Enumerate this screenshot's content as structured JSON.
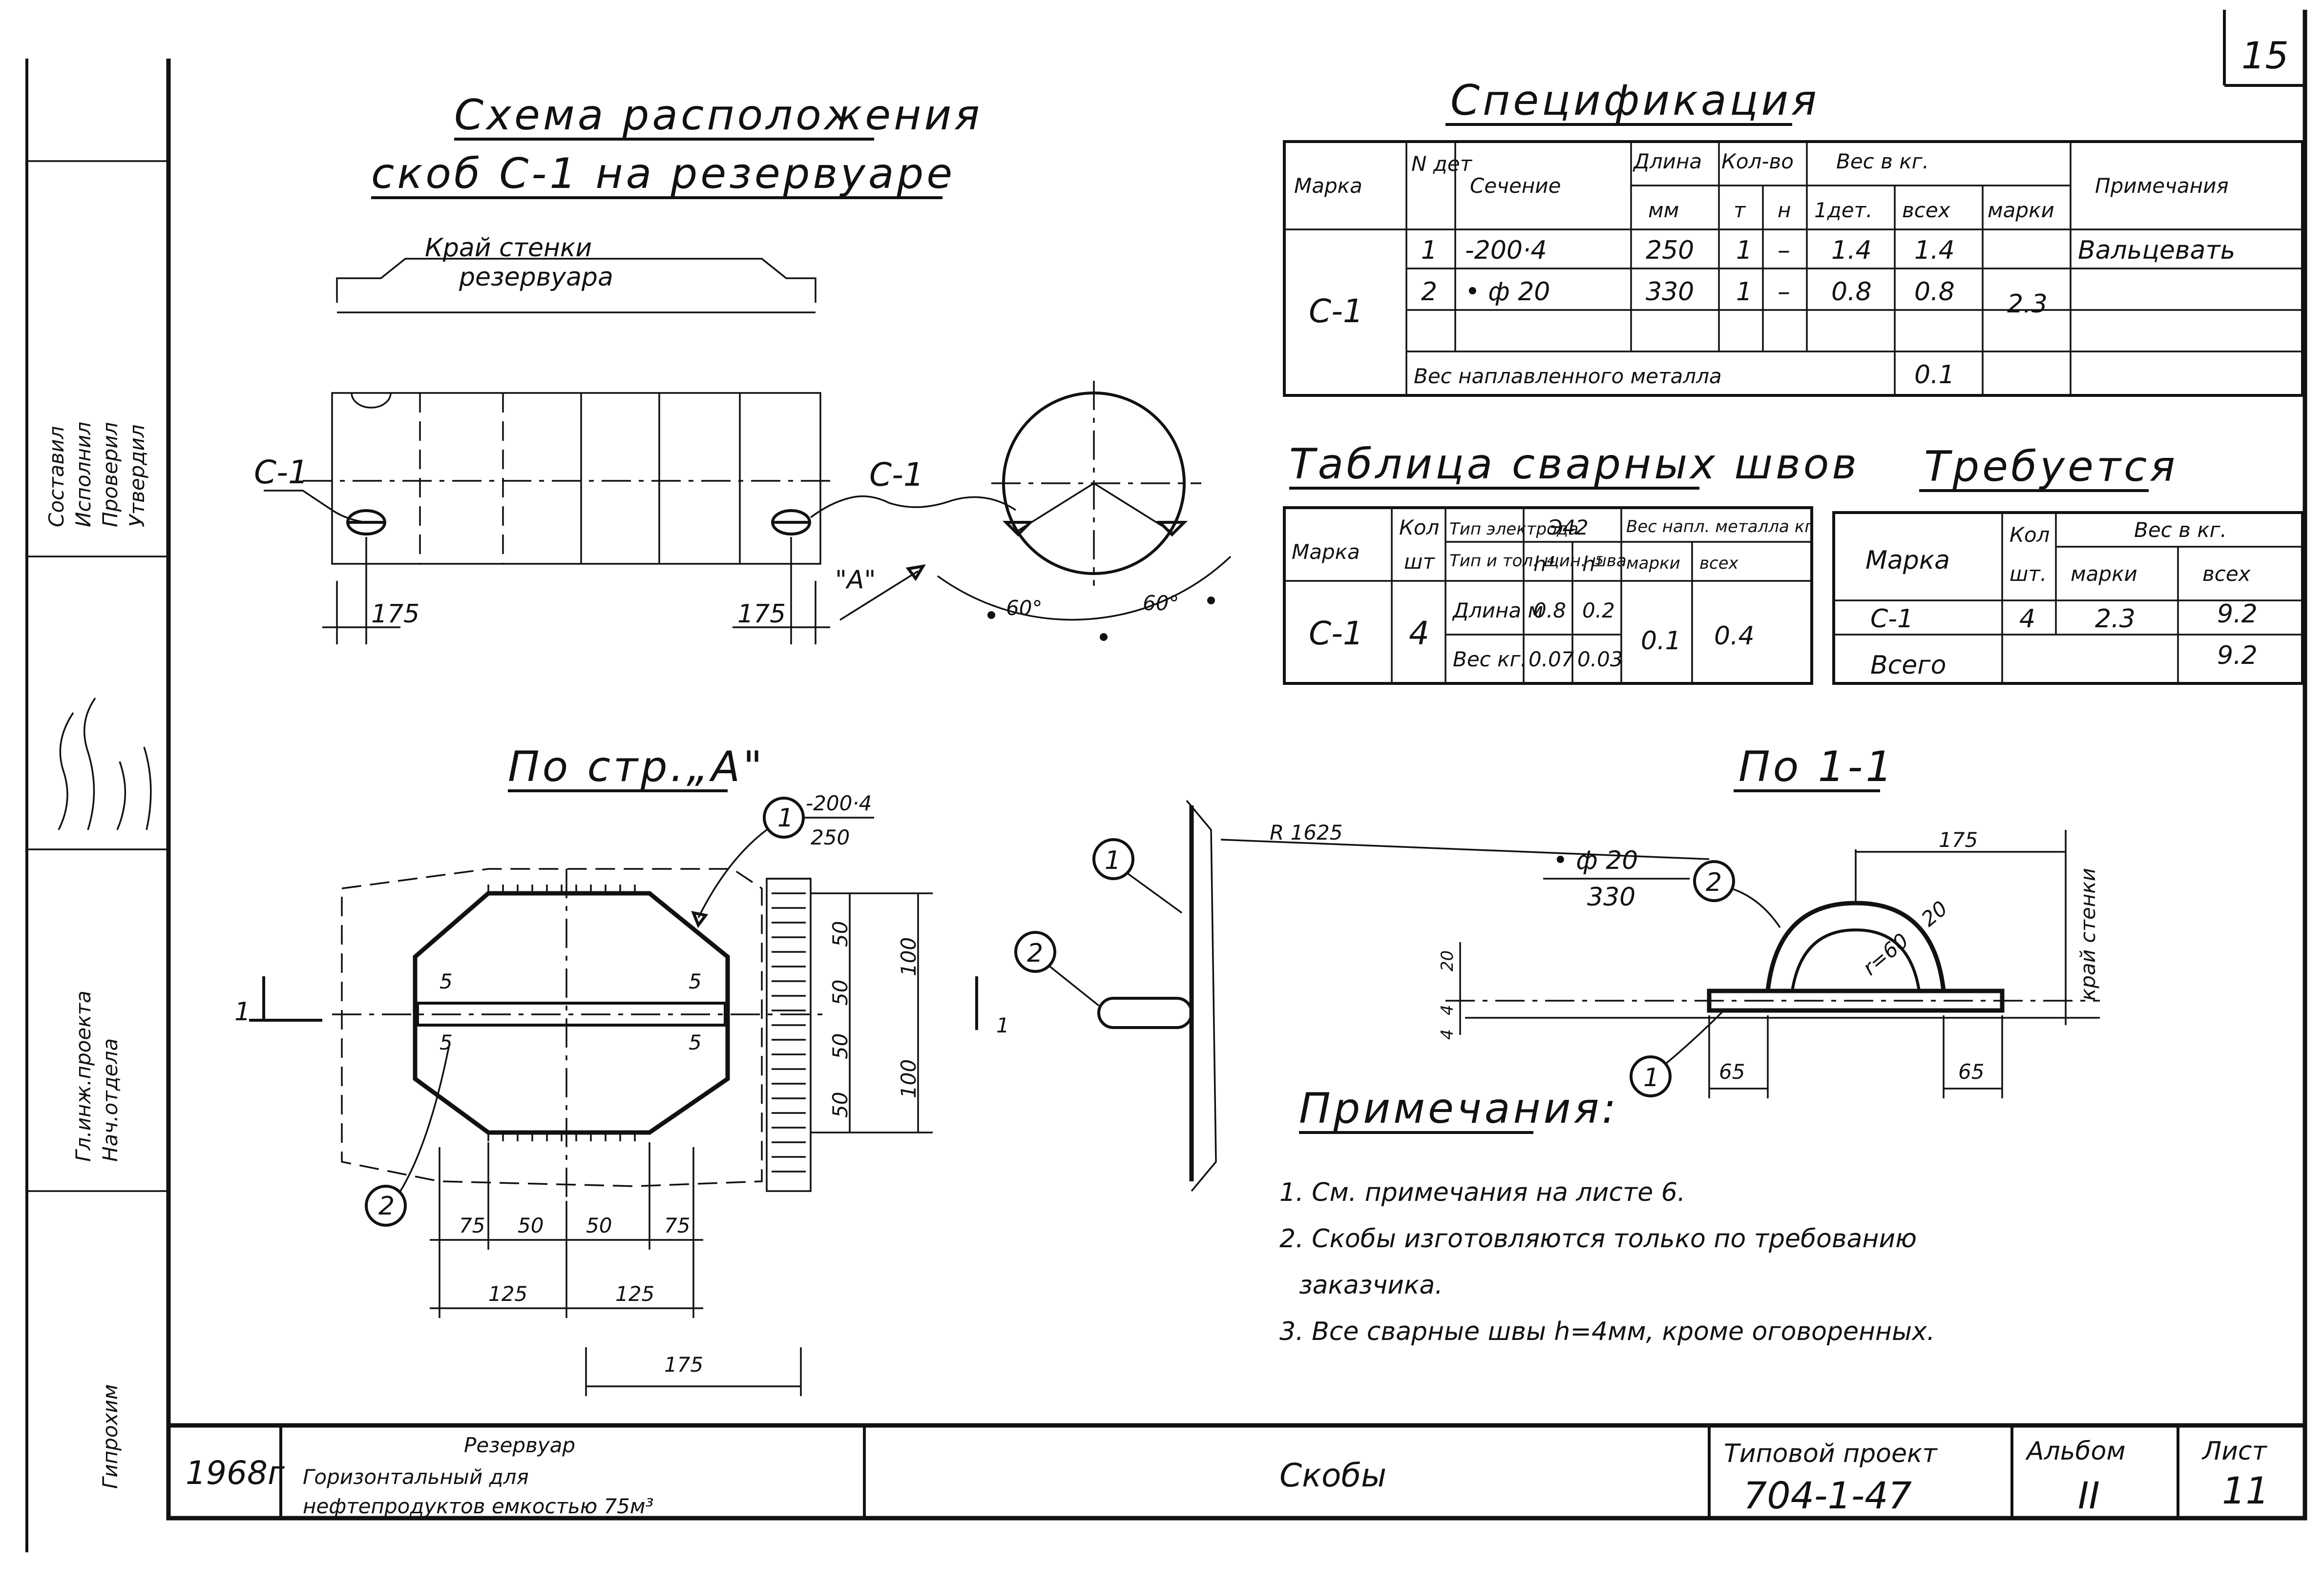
{
  "sheet_number": "15",
  "layout_title": {
    "line1": "Схема расположения",
    "line2": "скоб С-1 на резервуаре"
  },
  "tank": {
    "edge_label_1": "Край стенки",
    "edge_label_2": "резервуара",
    "bracket_left": "С-1",
    "bracket_right": "С-1",
    "dim_left": "175",
    "dim_right": "175",
    "view_ref": "\"А\"",
    "angle_1": "60°",
    "angle_2": "60°"
  },
  "spec": {
    "title": "Спецификация",
    "headers": {
      "mark": "Марка",
      "no": "N дет",
      "section": "Сечение",
      "length": "Длина",
      "length_unit": "мм",
      "qty": "Кол-во",
      "qty_t": "т",
      "qty_n": "н",
      "weight": "Вес в кг.",
      "w_one": "1дет.",
      "w_all": "всех",
      "w_mark": "марки",
      "note": "Примечания"
    },
    "mark": "С-1",
    "rows": [
      {
        "no": "1",
        "section": "-200·4",
        "length": "250",
        "t": "1",
        "n": "–",
        "w1": "1.4",
        "wall": "1.4",
        "note": "Вальцевать"
      },
      {
        "no": "2",
        "section": "• ф 20",
        "length": "330",
        "t": "1",
        "n": "–",
        "w1": "0.8",
        "wall": "0.8",
        "note": ""
      }
    ],
    "mark_weight": "2.3",
    "weld_metal_label": "Вес наплавленного металла",
    "weld_metal_value": "0.1"
  },
  "welds": {
    "title": "Таблица сварных швов",
    "headers": {
      "mark": "Марка",
      "qty": "Кол",
      "qty_unit": "шт",
      "electrode": "Тип электрода",
      "e42": "Э42",
      "seam_type": "Тип и тол. щин. шва",
      "h4": "h⁴",
      "h5": "h⁵",
      "metal": "Вес напл. металла кг",
      "per_mark": "марки",
      "all": "всех"
    },
    "mark": "С-1",
    "qty": "4",
    "length_label": "Длина м",
    "length_h4": "0.8",
    "length_h5": "0.2",
    "weight_label": "Вес кг.",
    "weight_h4": "0.07",
    "weight_h5": "0.03",
    "per_mark": "0.1",
    "all": "0.4"
  },
  "required": {
    "title": "Требуется",
    "headers": {
      "mark": "Марка",
      "qty": "Кол",
      "qty_unit": "шт.",
      "weight": "Вес в кг.",
      "per_mark": "марки",
      "all": "всех"
    },
    "row": {
      "mark": "С-1",
      "qty": "4",
      "per_mark": "2.3",
      "all": "9.2"
    },
    "total_label": "Всего",
    "total_value": "9.2"
  },
  "view_a": {
    "title": "По стр.„А\"",
    "callout1": "1",
    "callout1_top": "-200·4",
    "callout1_bottom": "250",
    "callout2": "2",
    "weld_mark": "5",
    "dims_v": [
      "50",
      "50",
      "50",
      "50"
    ],
    "dims_v_total": [
      "100",
      "100"
    ],
    "dims_h": [
      "75",
      "50",
      "50",
      "75"
    ],
    "dims_h2": [
      "125",
      "125"
    ],
    "dim_bottom": "175",
    "section_mark": "1",
    "side_callout_1": "1",
    "side_callout_2": "2",
    "radius": "R 1625"
  },
  "section_11": {
    "title": "По 1-1",
    "rod_label": "• ф 20",
    "rod_length": "330",
    "callout2": "2",
    "callout1": "1",
    "dim_top": "175",
    "edge_label": "край стенки",
    "dim_65a": "65",
    "dim_65b": "65",
    "dim_20": "20",
    "dim_4a": "4",
    "dim_4b": "4",
    "r60": "r=60",
    "d20": "20"
  },
  "notes": {
    "title": "Примечания:",
    "items": [
      "1. См. примечания на листе 6.",
      "2. Скобы изготовляются только по требованию",
      "заказчика.",
      "3. Все сварные швы h=4мм, кроме оговоренных."
    ]
  },
  "title_block": {
    "year": "1968г",
    "desc_1": "Резервуар",
    "desc_2": "Горизонтальный для",
    "desc_3": "нефтепродуктов емкостью 75м³",
    "name": "Скобы",
    "project_label": "Типовой проект",
    "project_no": "704-1-47",
    "album_label": "Альбом",
    "album_no": "II",
    "sheet_label": "Лист",
    "sheet_no": "11"
  },
  "margin": {
    "a": "Составил",
    "b": "Исполнил",
    "c": "Проверил",
    "d": "Утвердил",
    "e": "Гл.инж.проекта",
    "f": "Нач.отдела",
    "g": "Гипрохим"
  }
}
